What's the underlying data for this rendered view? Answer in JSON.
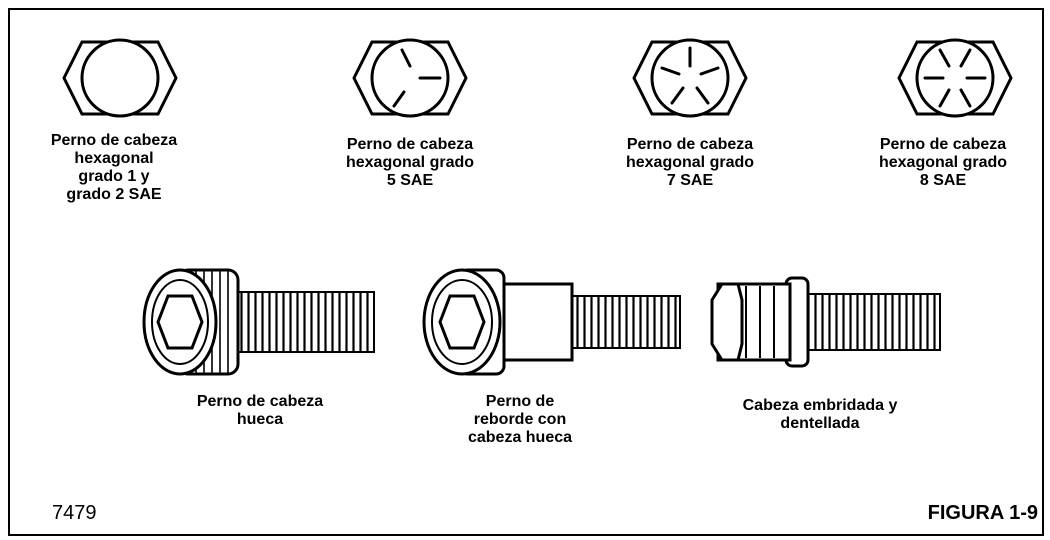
{
  "hex_bolts": [
    {
      "label": "Perno de cabeza\nhexagonal\ngrado 1 y\ngrado 2 SAE",
      "grade_marks": 0
    },
    {
      "label": "Perno de cabeza\nhexagonal grado\n5 SAE",
      "grade_marks": 3
    },
    {
      "label": "Perno de cabeza\nhexagonal grado\n7 SAE",
      "grade_marks": 5
    },
    {
      "label": "Perno de cabeza\nhexagonal grado\n8 SAE",
      "grade_marks": 6
    }
  ],
  "socket_bolts": [
    {
      "label": "Perno de cabeza\nhueca"
    },
    {
      "label": "Perno de\nreborde con\ncabeza hueca"
    },
    {
      "label": "Cabeza embridada y\ndentellada"
    }
  ],
  "footer": {
    "code": "7479",
    "figure": "FIGURA 1-9"
  }
}
